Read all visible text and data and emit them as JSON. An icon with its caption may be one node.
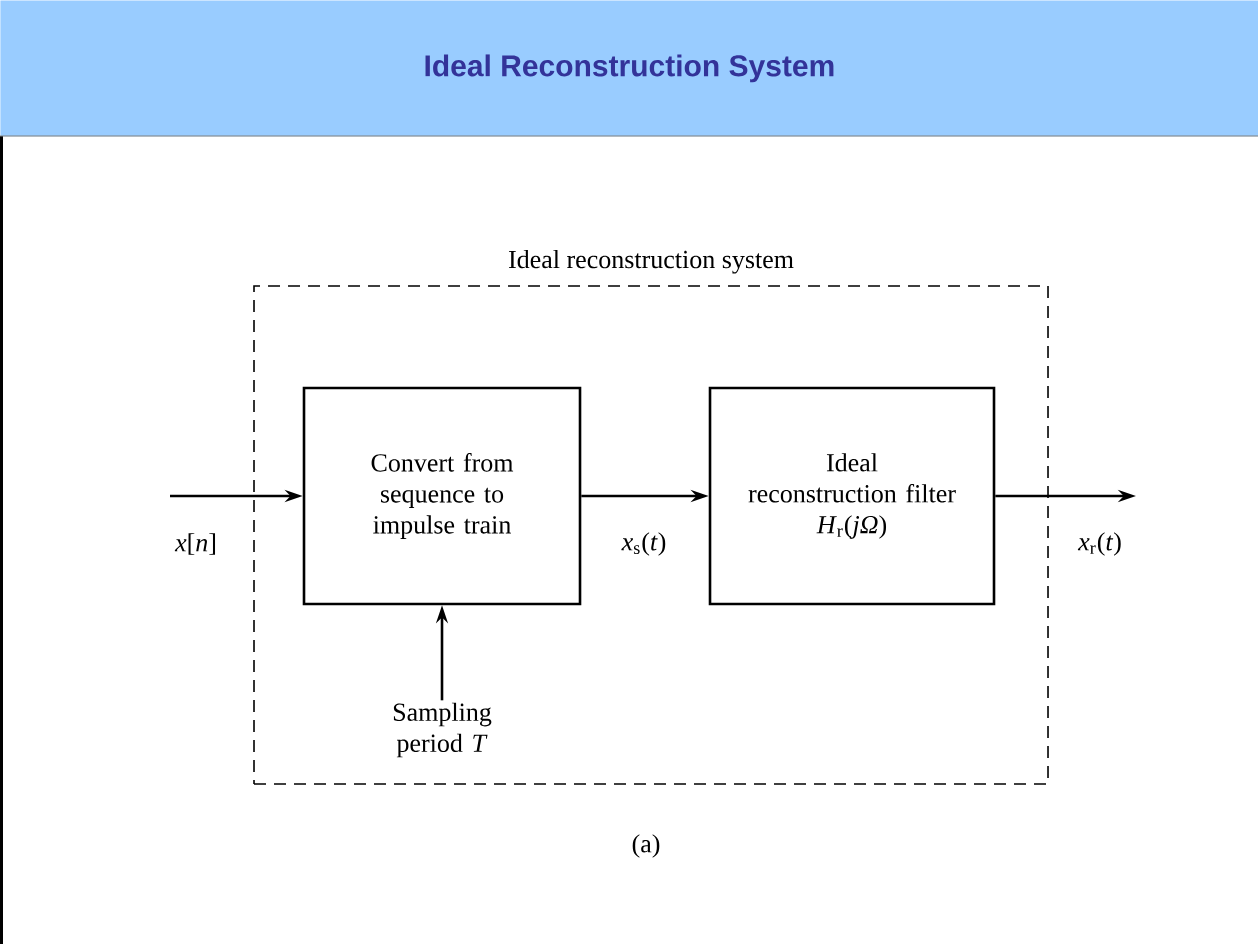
{
  "diagram": {
    "title": "Ideal Reconstruction System",
    "caption": "(a)",
    "nodes": [
      {
        "text": [
          "Ideal reconstruction system"
        ]
      },
      {
        "text": [
          "Convert from sequence to impulse train"
        ],
        "in": 0
      },
      {
        "text": [
          "Ideal reconstruction filter",
          "*H*$_{r}$(*jΩ*)"
        ],
        "in": 0
      },
      {
        "text": [
          "Sampling period *T*"
        ],
        "in": 0
      }
    ],
    "edges": [
      {
        "from": null,
        "to": 1,
        "arrow": "to",
        "label": "*x*[*n*]"
      },
      {
        "from": 1,
        "to": 2,
        "arrow": "to",
        "label": "*x*$_{s}$(*t*)"
      },
      {
        "from": 2,
        "to": null,
        "arrow": "to",
        "label": "*x*$_{r}$(*t*)"
      },
      {
        "from": 3,
        "to": 1,
        "arrow": "to"
      }
    ]
  }
}
